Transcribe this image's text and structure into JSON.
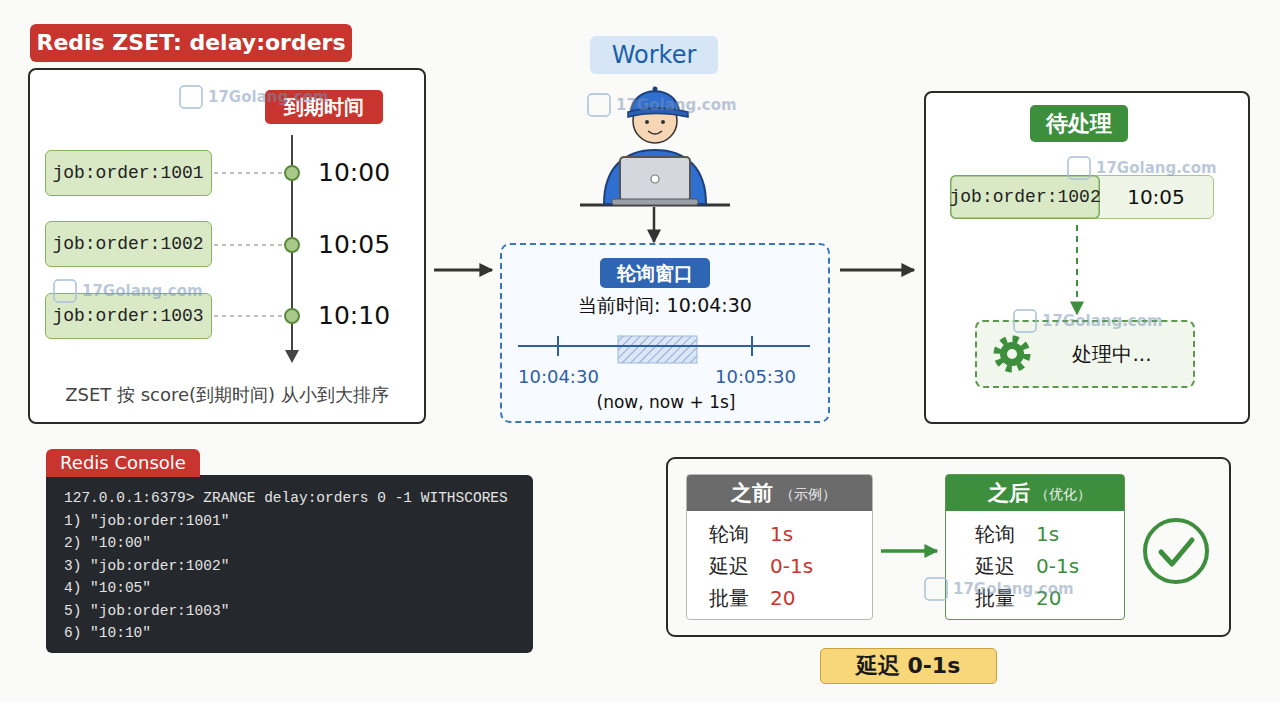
{
  "diagram": {
    "nodes": [
      {
        "text": [
          "Redis ZSET: delay:orders",
          "ZSET 按 score(到期时间) 从小到大排序"
        ]
      },
      {
        "text": [
          "到期时间"
        ],
        "in": 0
      },
      {
        "text": [
          "job:order:1001"
        ],
        "in": 0
      },
      {
        "text": [
          "job:order:1002"
        ],
        "in": 0
      },
      {
        "text": [
          "job:order:1003"
        ],
        "in": 0
      },
      {
        "text": [
          "Worker"
        ]
      },
      {
        "text": [
          "轮询窗口",
          "当前时间: 10:04:30",
          "10:04:30",
          "10:05:30",
          "(now, now + 1s]"
        ]
      },
      {
        "text": [
          "待处理"
        ]
      },
      {
        "text": [
          "job:order:1002",
          "10:05"
        ],
        "in": 7
      },
      {
        "text": [
          "处理中..."
        ],
        "in": 7
      },
      {
        "text": [
          "Redis Console",
          "127.0.0.1:6379> ZRANGE delay:orders 0 -1 WITHSCORES",
          "1) \"job:order:1001\"",
          "2) \"10:00\"",
          "3) \"job:order:1002\"",
          "4) \"10:05\"",
          "5) \"job:order:1003\"",
          "6) \"10:10\""
        ]
      },
      {
        "text": [
          "之前",
          "（示例）",
          "轮询",
          "1s",
          "延迟",
          "0-1s",
          "批量",
          "20"
        ]
      },
      {
        "text": [
          "之后",
          "（优化）",
          "轮询",
          "1s",
          "延迟",
          "0-1s",
          "批量",
          "20"
        ]
      },
      {
        "text": [
          "延迟 0-1s"
        ]
      }
    ],
    "edges": [
      {
        "from": 0,
        "to": 6,
        "arrow": "to"
      },
      {
        "from": 5,
        "to": 6,
        "arrow": "to"
      },
      {
        "from": 6,
        "to": 7,
        "arrow": "to"
      },
      {
        "from": 8,
        "to": 9,
        "arrow": "to"
      },
      {
        "from": 11,
        "to": 12,
        "arrow": "to"
      }
    ],
    "labels": [
      "10:00",
      "10:05",
      "10:10",
      "17Golang.com",
      "17Golang.com",
      "17Golang.com",
      "17Golang.com",
      "17Golang.com",
      "17Golang.com"
    ]
  }
}
